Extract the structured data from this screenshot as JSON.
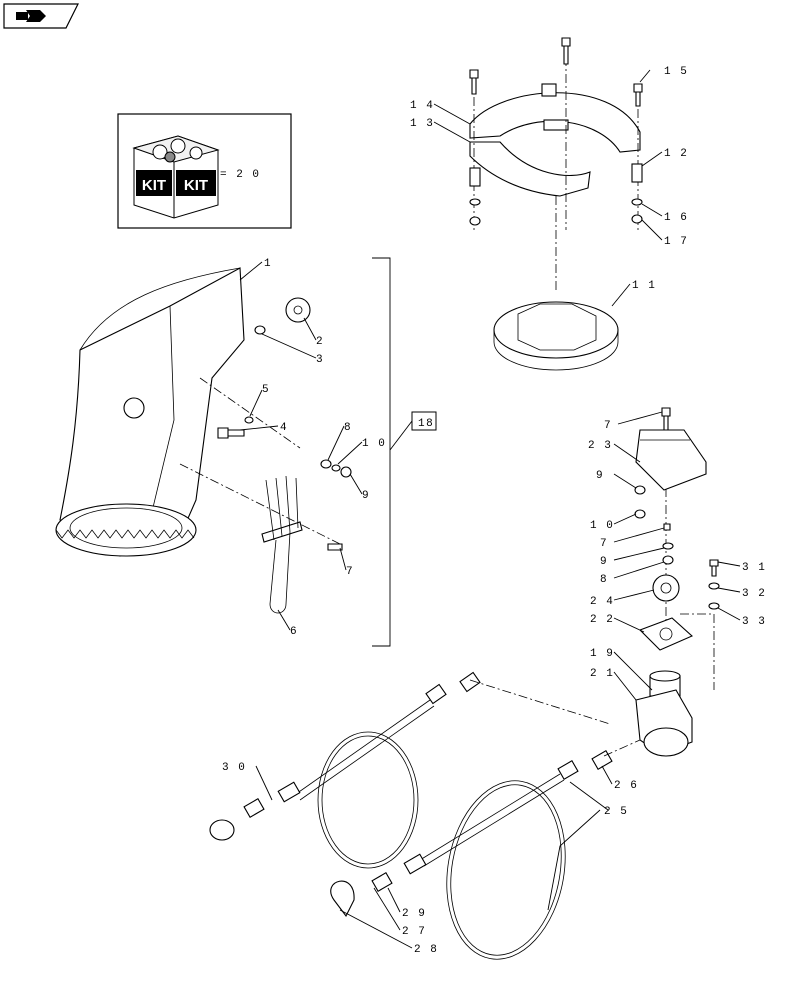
{
  "nav": {
    "icon": "back-arrow-icon"
  },
  "kit": {
    "label_left": "KIT",
    "label_right": "KIT",
    "equals_text": "= 2 0"
  },
  "callouts": {
    "c1": "1",
    "c2": "2",
    "c3": "3",
    "c4": "4",
    "c5": "5",
    "c6": "6",
    "c7a": "7",
    "c7b": "7",
    "c7c": "7",
    "c8a": "8",
    "c8b": "8",
    "c9a": "9",
    "c9b": "9",
    "c9c": "9",
    "c10a": "1 0",
    "c10b": "1 0",
    "c11": "1 1",
    "c12": "1 2",
    "c13": "1 3",
    "c14": "1 4",
    "c15": "1 5",
    "c16": "1 6",
    "c17": "1 7",
    "c18": "18",
    "c19": "1 9",
    "c21": "2 1",
    "c22": "2 2",
    "c23": "2 3",
    "c24": "2 4",
    "c25": "2 5",
    "c26": "2 6",
    "c27": "2 7",
    "c28": "2 8",
    "c29": "2 9",
    "c30": "3 0",
    "c31": "3 1",
    "c32": "3 2",
    "c33": "3 3"
  }
}
